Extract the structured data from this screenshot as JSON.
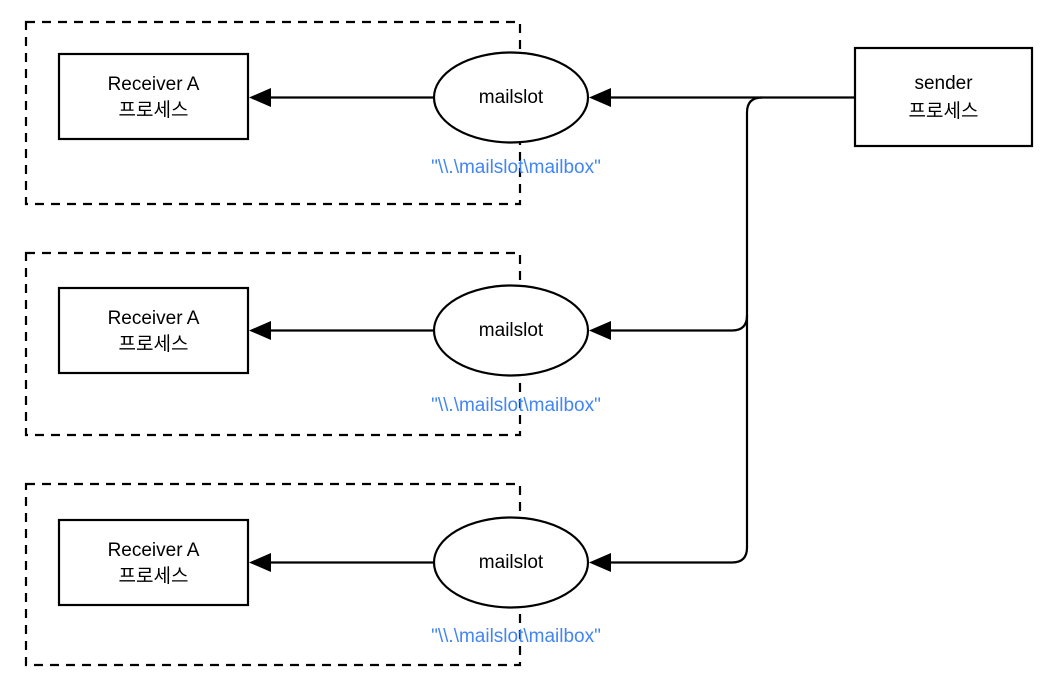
{
  "diagram": {
    "title": "Windows mailslot one-to-many messaging diagram",
    "colors": {
      "stroke": "#000000",
      "fill": "#ffffff",
      "label_blue": "#4285f4",
      "background": "#ffffff"
    },
    "sender": {
      "line1": "sender",
      "line2": "프로세스"
    },
    "groups": [
      {
        "receiver": {
          "line1": "Receiver A",
          "line2": "프로세스"
        },
        "mailslot": {
          "label": "mailslot"
        },
        "path_label": "\"\\\\.\\mailslot\\mailbox\""
      },
      {
        "receiver": {
          "line1": "Receiver A",
          "line2": "프로세스"
        },
        "mailslot": {
          "label": "mailslot"
        },
        "path_label": "\"\\\\.\\mailslot\\mailbox\""
      },
      {
        "receiver": {
          "line1": "Receiver A",
          "line2": "프로세스"
        },
        "mailslot": {
          "label": "mailslot"
        },
        "path_label": "\"\\\\.\\mailslot\\mailbox\""
      }
    ]
  }
}
